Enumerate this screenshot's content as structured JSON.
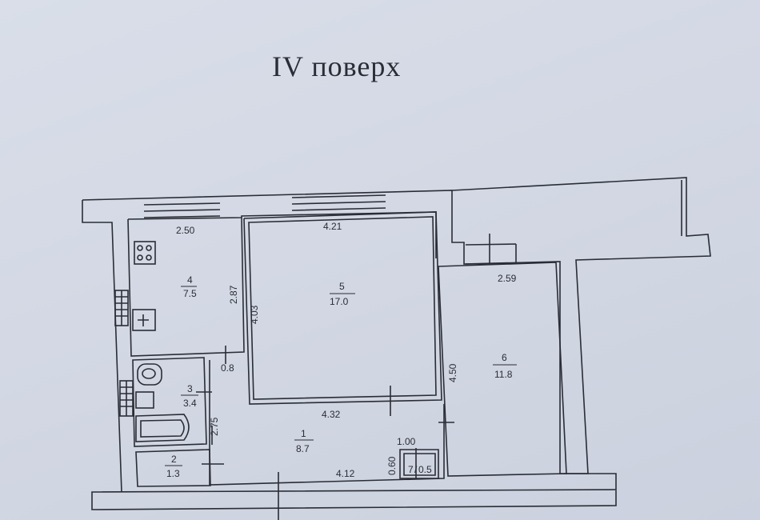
{
  "title": "IV поверх",
  "rooms": [
    {
      "number": "1",
      "area": "8.7"
    },
    {
      "number": "2",
      "area": "1.3"
    },
    {
      "number": "3",
      "area": "3.4"
    },
    {
      "number": "4",
      "area": "7.5"
    },
    {
      "number": "5",
      "area": "17.0"
    },
    {
      "number": "6",
      "area": "11.8"
    },
    {
      "number": "7",
      "area": "0.5"
    }
  ],
  "dimensions": {
    "kitchen_width": "2.50",
    "kitchen_depth": "2.87",
    "living_width": "4.21",
    "living_depth": "4.03",
    "living_bottom": "4.32",
    "bedroom_width": "2.59",
    "bedroom_depth": "4.50",
    "hall_length": "4.12",
    "hall_depth": "2.75",
    "door_gap": "0.8",
    "closet_width": "1.00",
    "closet_depth": "0.60"
  },
  "colors": {
    "paper": "#d6dbe6",
    "ink": "#2a2d35"
  }
}
